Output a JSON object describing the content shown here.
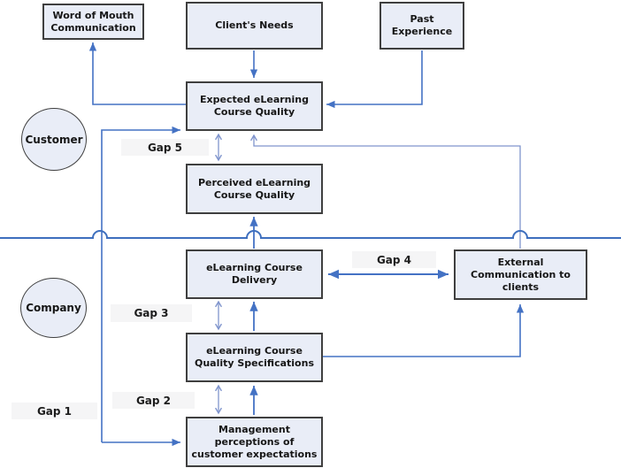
{
  "groups": {
    "customer_label": "Customer",
    "company_label": "Company"
  },
  "boxes": {
    "word_of_mouth": {
      "lines": [
        "Word of Mouth",
        "Communication"
      ]
    },
    "clients_needs": {
      "lines": [
        "Client's Needs"
      ]
    },
    "past_experience": {
      "lines": [
        "Past",
        "Experience"
      ]
    },
    "expected_quality": {
      "lines": [
        "Expected eLearning",
        "Course Quality"
      ]
    },
    "perceived_quality": {
      "lines": [
        "Perceived eLearning",
        "Course Quality"
      ]
    },
    "course_delivery": {
      "lines": [
        "eLearning Course",
        "Delivery"
      ]
    },
    "external_communication": {
      "lines": [
        "External",
        "Communication to",
        "clients"
      ]
    },
    "quality_specifications": {
      "lines": [
        "eLearning Course",
        "Quality Specifications"
      ]
    },
    "management_perceptions": {
      "lines": [
        "Management",
        "perceptions of",
        "customer expectations"
      ]
    }
  },
  "gaps": {
    "gap1": "Gap 1",
    "gap2": "Gap 2",
    "gap3": "Gap 3",
    "gap4": "Gap 4",
    "gap5": "Gap 5"
  },
  "colors": {
    "connector_blue": "#4472c4",
    "thin_connector_blue": "#8095cd",
    "divider_blue": "#3e6fbe",
    "box_fill": "#e9edf7",
    "box_border": "#3f3f3f",
    "text": "#161616",
    "gap_strip": "#f5f5f6"
  }
}
